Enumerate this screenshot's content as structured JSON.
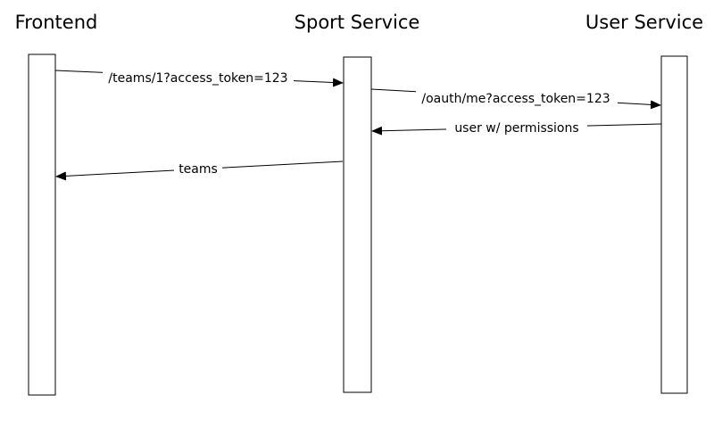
{
  "participants": [
    {
      "id": "frontend",
      "name": "Frontend"
    },
    {
      "id": "sport",
      "name": "Sport Service"
    },
    {
      "id": "user",
      "name": "User Service"
    }
  ],
  "messages": [
    {
      "id": "teams-request",
      "label": "/teams/1?access_token=123",
      "from": "frontend",
      "to": "sport"
    },
    {
      "id": "oauth-request",
      "label": "/oauth/me?access_token=123",
      "from": "sport",
      "to": "user"
    },
    {
      "id": "user-response",
      "label": "user w/ permissions",
      "from": "user",
      "to": "sport"
    },
    {
      "id": "teams-response",
      "label": "teams",
      "from": "sport",
      "to": "frontend"
    }
  ],
  "colors": {
    "stroke": "#000000",
    "background": "#ffffff"
  }
}
